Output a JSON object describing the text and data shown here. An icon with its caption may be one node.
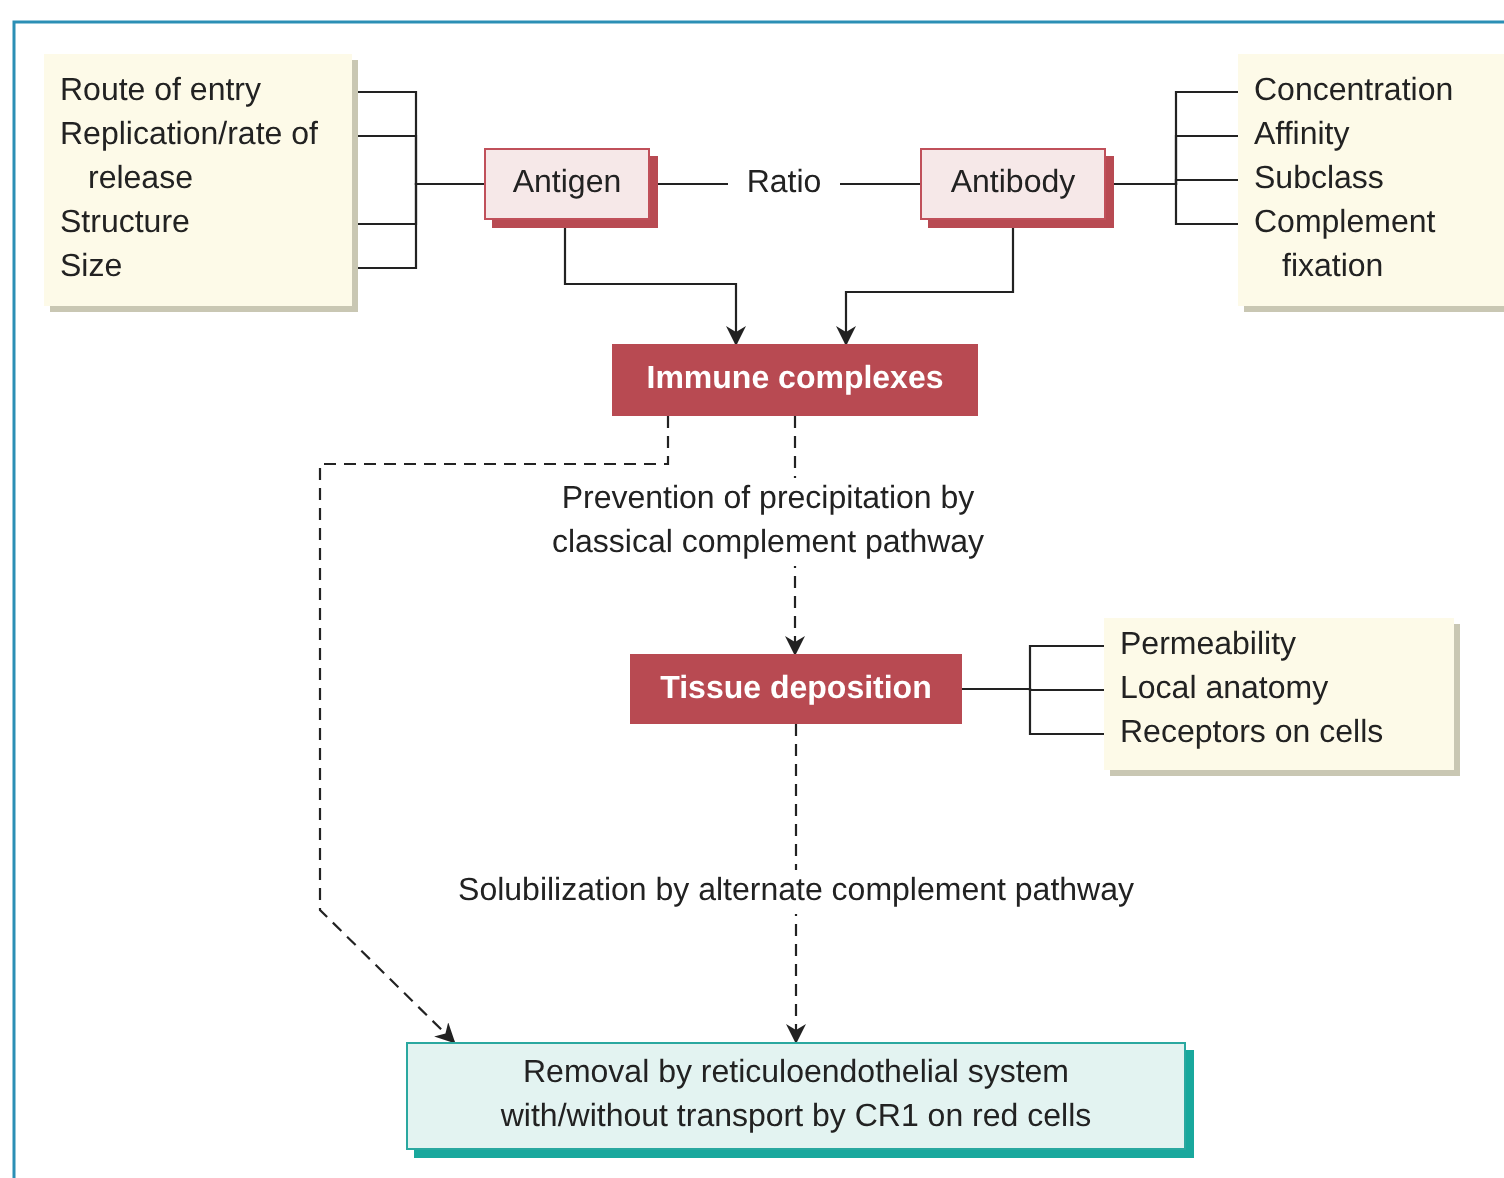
{
  "diagram": {
    "nodes": [
      {
        "text": [],
        "shape": "box"
      },
      {
        "text": [
          "Route of entry"
        ],
        "in": 0
      },
      {
        "text": [
          "Replication/rate of release"
        ],
        "in": 0
      },
      {
        "text": [
          "Structure"
        ],
        "in": 0
      },
      {
        "text": [
          "Size"
        ],
        "in": 0
      },
      {
        "text": [
          "Antigen"
        ]
      },
      {
        "text": [
          "Antibody"
        ]
      },
      {
        "text": [],
        "shape": "box"
      },
      {
        "text": [
          "Concentration"
        ],
        "in": 7
      },
      {
        "text": [
          "Affinity"
        ],
        "in": 7
      },
      {
        "text": [
          "Subclass"
        ],
        "in": 7
      },
      {
        "text": [
          "Complement fixation"
        ],
        "in": 7
      },
      {
        "text": [
          "Immune complexes"
        ]
      },
      {
        "text": [
          "Tissue deposition"
        ]
      },
      {
        "text": [],
        "shape": "box"
      },
      {
        "text": [
          "Permeability"
        ],
        "in": 14
      },
      {
        "text": [
          "Local anatomy"
        ],
        "in": 14
      },
      {
        "text": [
          "Receptors on cells"
        ],
        "in": 14
      },
      {
        "text": [
          "Removal by reticuloendothelial system with/without transport by CR1 on red cells"
        ]
      }
    ],
    "edges": [
      {
        "from": 1,
        "to": 5,
        "arrow": "none"
      },
      {
        "from": 2,
        "to": 5,
        "arrow": "none"
      },
      {
        "from": 3,
        "to": 5,
        "arrow": "none"
      },
      {
        "from": 4,
        "to": 5,
        "arrow": "none"
      },
      {
        "from": 5,
        "to": 6,
        "arrow": "none",
        "label": "Ratio"
      },
      {
        "from": 6,
        "to": 8,
        "arrow": "none"
      },
      {
        "from": 6,
        "to": 9,
        "arrow": "none"
      },
      {
        "from": 6,
        "to": 10,
        "arrow": "none"
      },
      {
        "from": 6,
        "to": 11,
        "arrow": "none"
      },
      {
        "from": 5,
        "to": 12,
        "arrow": "to"
      },
      {
        "from": 6,
        "to": 12,
        "arrow": "to"
      },
      {
        "from": 12,
        "to": 13,
        "arrow": "to",
        "style": "dashed",
        "label": "Prevention of precipitation by classical complement pathway"
      },
      {
        "from": 12,
        "to": 18,
        "arrow": "to",
        "style": "dashed"
      },
      {
        "from": 13,
        "to": 18,
        "arrow": "to",
        "style": "dashed",
        "label": "Solubilization by alternate complement pathway"
      },
      {
        "from": 13,
        "to": 15,
        "arrow": "none"
      },
      {
        "from": 13,
        "to": 16,
        "arrow": "none"
      },
      {
        "from": 13,
        "to": 17,
        "arrow": "none"
      }
    ]
  }
}
